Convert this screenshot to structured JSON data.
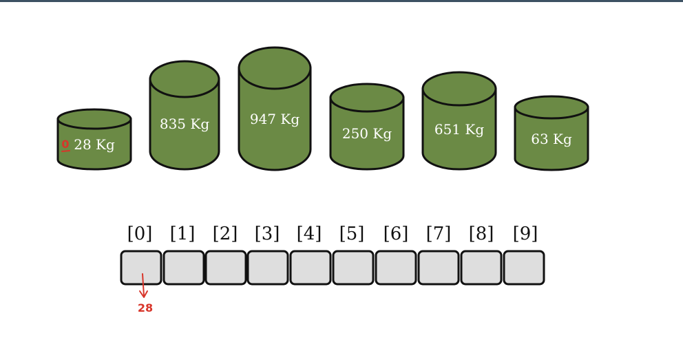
{
  "colors": {
    "cylinder_fill": "#6b8a45",
    "cylinder_stroke": "#111111",
    "cell_fill": "#dedede",
    "annotation": "#d8352a",
    "top_border": "#3d5163"
  },
  "cylinders": [
    {
      "label": "28 Kg",
      "weight": 28
    },
    {
      "label": "835 Kg",
      "weight": 835
    },
    {
      "label": "947 Kg",
      "weight": 947
    },
    {
      "label": "250 Kg",
      "weight": 250
    },
    {
      "label": "651 Kg",
      "weight": 651
    },
    {
      "label": "63 Kg",
      "weight": 63
    }
  ],
  "array": {
    "indices": [
      "[0]",
      "[1]",
      "[2]",
      "[3]",
      "[4]",
      "[5]",
      "[6]",
      "[7]",
      "[8]",
      "[9]"
    ]
  },
  "annotations": {
    "first_cylinder_mark": "0",
    "cell0_value": "28"
  }
}
